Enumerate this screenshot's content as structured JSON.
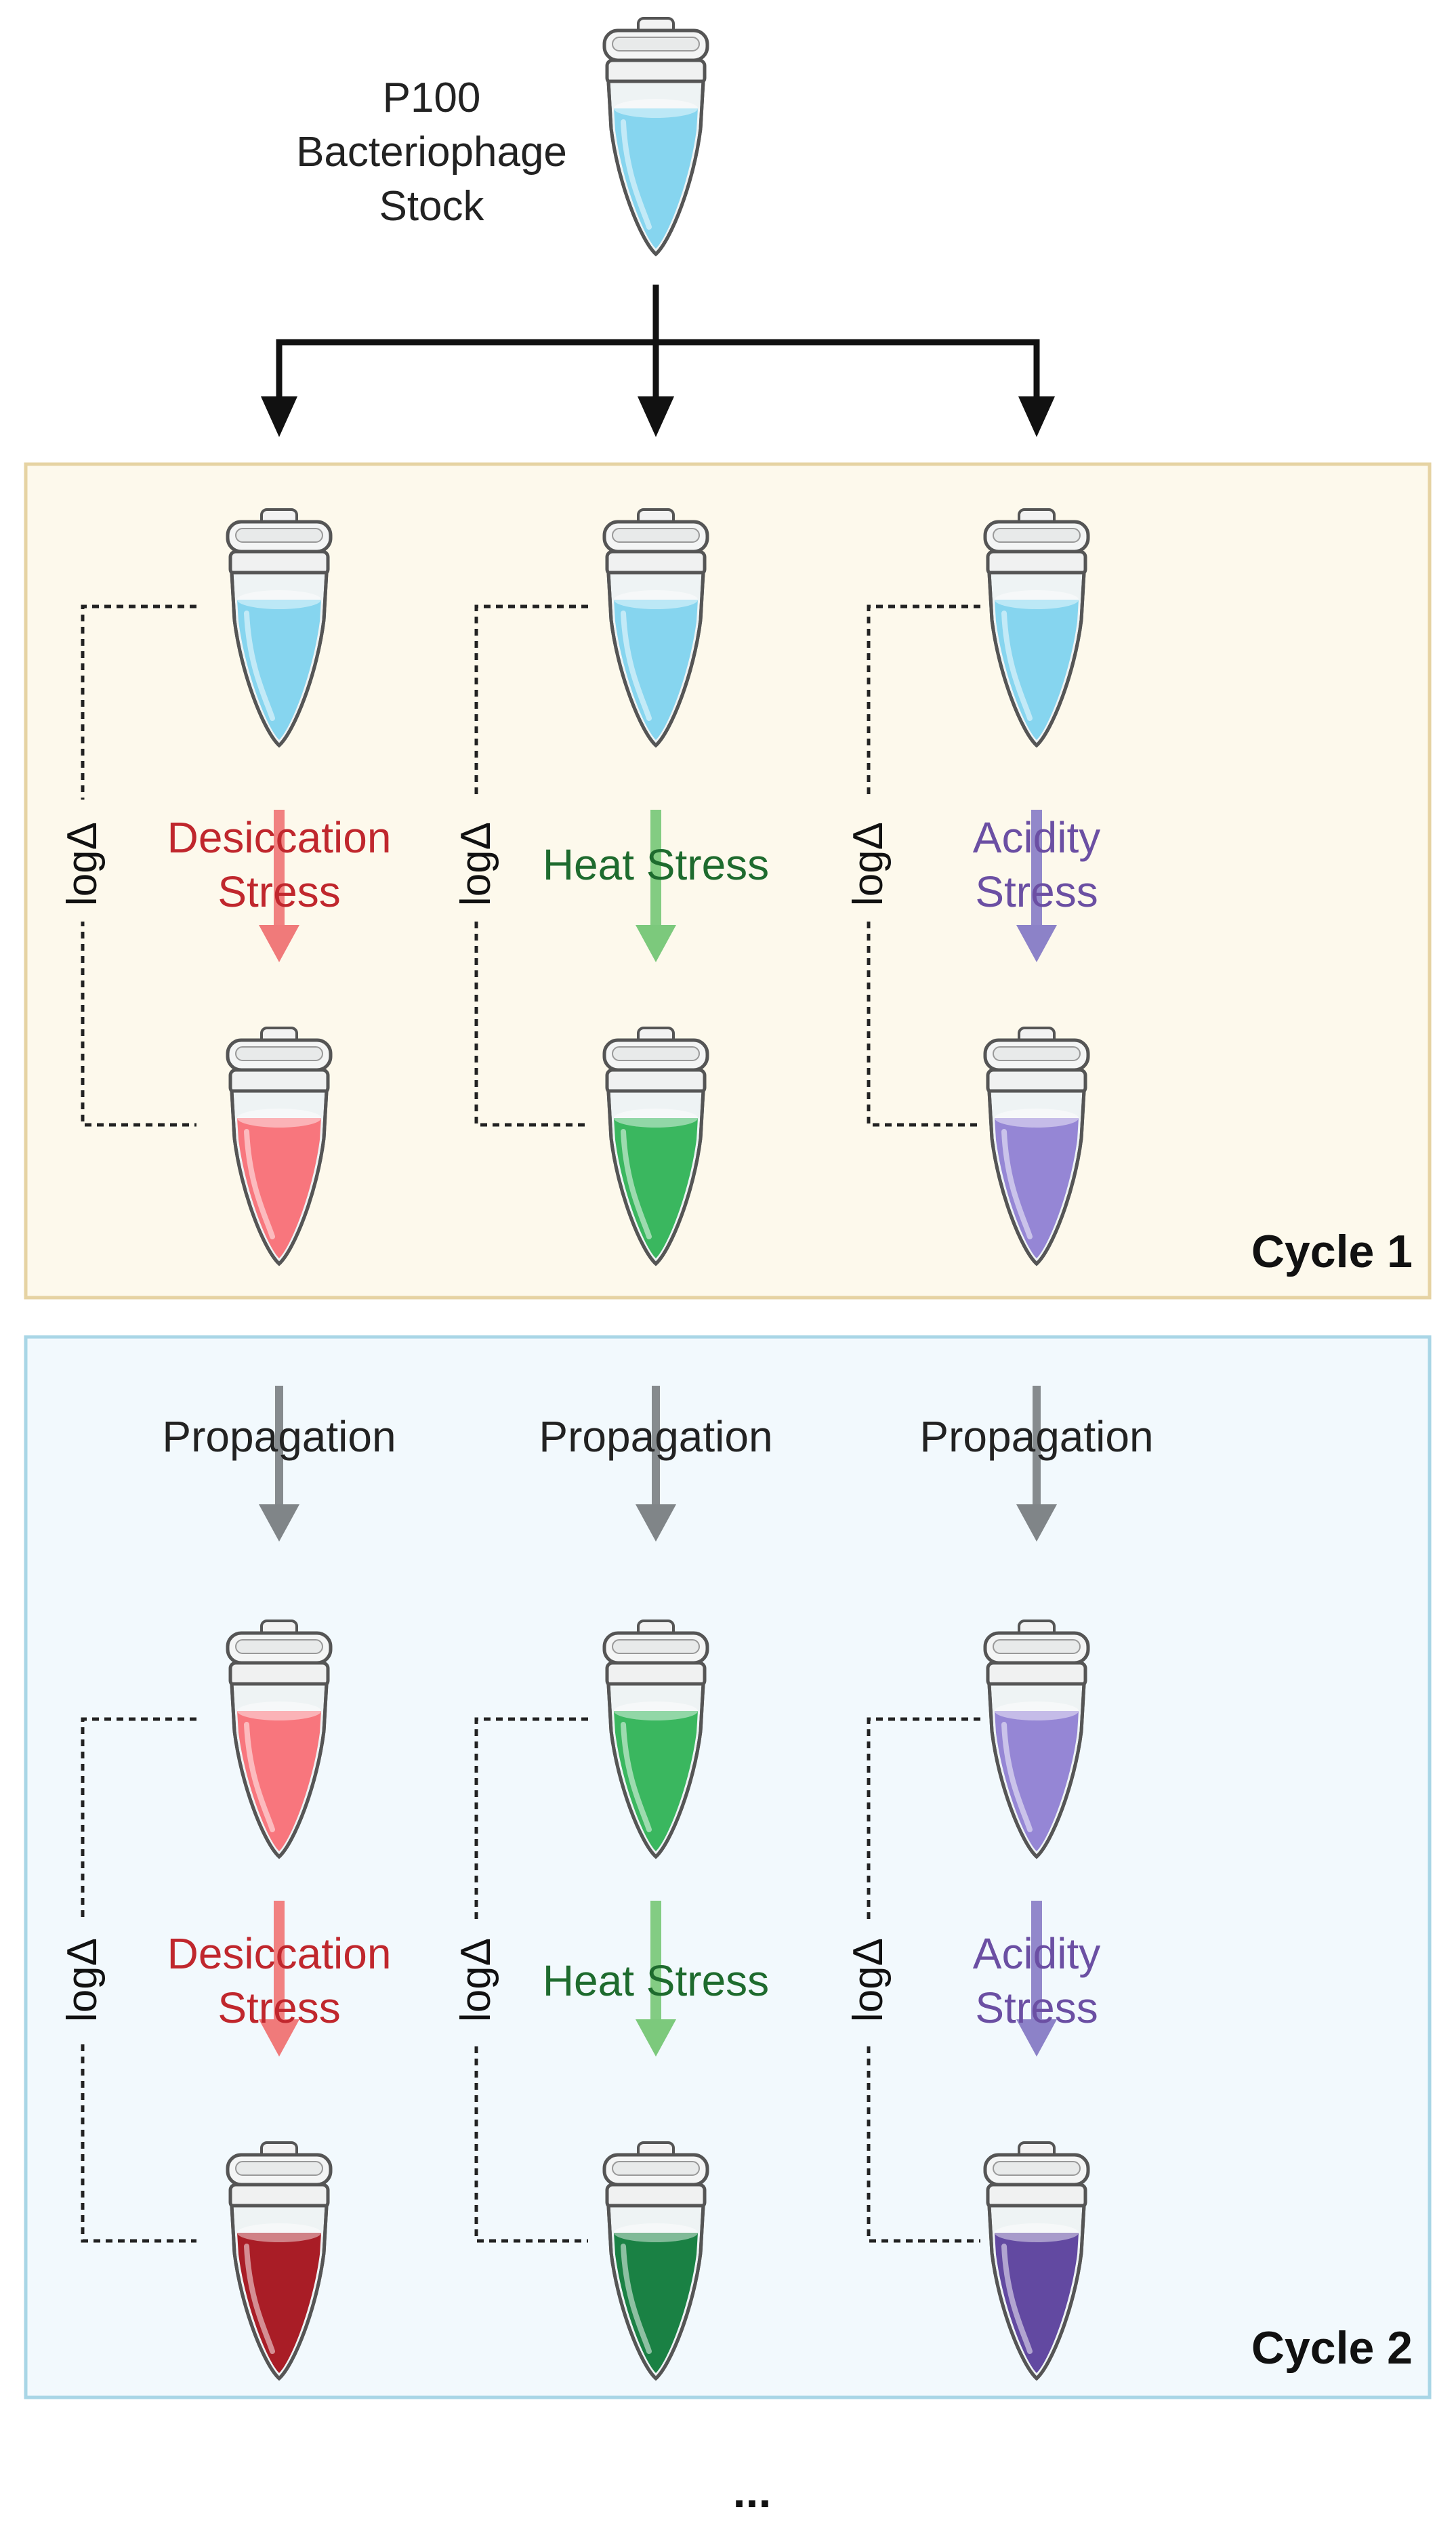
{
  "stock": {
    "line1": "P100",
    "line2": "Bacteriophage",
    "line3": "Stock"
  },
  "cycle1": {
    "label": "Cycle 1"
  },
  "cycle2": {
    "label": "Cycle 2"
  },
  "log_delta": "logΔ",
  "stresses": [
    {
      "line1": "Desiccation",
      "line2": "Stress",
      "single": ""
    },
    {
      "line1": "",
      "line2": "",
      "single": "Heat Stress"
    },
    {
      "line1": "Acidity",
      "line2": "Stress",
      "single": ""
    }
  ],
  "propagation": [
    "Propagation",
    "Propagation",
    "Propagation"
  ],
  "ellipsis": "...",
  "colors": {
    "stock_liquid": "#7fd3ee",
    "cycle1_panel": "#fdf9ec",
    "cycle1_border": "#e6d3a3",
    "cycle2_panel": "#f2f9fd",
    "cycle2_border": "#a9d6e6",
    "desiccation_text": "#c0272d",
    "heat_text": "#1e6b2e",
    "acidity_text": "#6b4fa3",
    "desiccation_arrow": "#f07a7a",
    "heat_arrow": "#7cc97c",
    "acidity_arrow": "#8c82c8",
    "propagation_arrow": "#808588",
    "red_light": "#f86f76",
    "green_light": "#2fb356",
    "purple_light": "#8f7fd3",
    "red_dark": "#a4111a",
    "green_dark": "#0e7a3a",
    "purple_dark": "#5a3f9c"
  }
}
